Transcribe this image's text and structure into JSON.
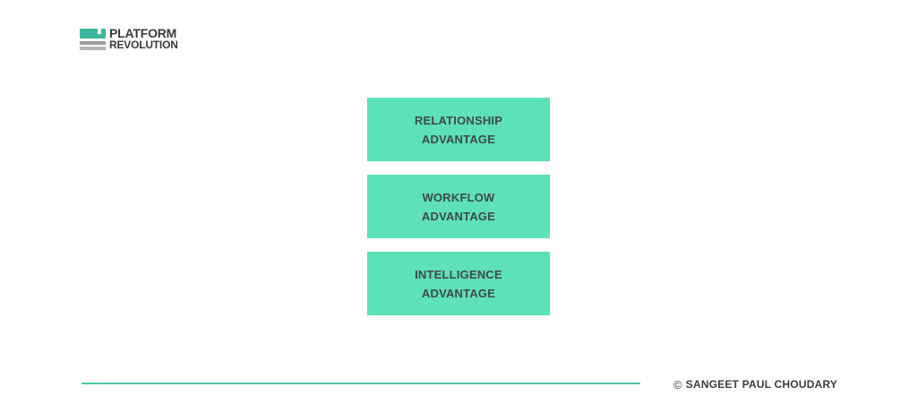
{
  "logo": {
    "line1": "PLATFORM",
    "line2": "REVOLUTION",
    "colors": {
      "mark_teal": "#3fb59d",
      "mark_gray": "#9c9c9c",
      "text": "#3a3a3a"
    }
  },
  "diagram": {
    "box_color": "#5ee0b8",
    "text_color": "#3c4a48",
    "boxes": [
      {
        "line1": "RELATIONSHIP",
        "line2": "ADVANTAGE"
      },
      {
        "line1": "WORKFLOW",
        "line2": "ADVANTAGE"
      },
      {
        "line1": "INTELLIGENCE",
        "line2": "ADVANTAGE"
      }
    ]
  },
  "footer": {
    "line_color": "#4cc6a8",
    "copyright_icon": "©",
    "copyright_text": "SANGEET PAUL CHOUDARY"
  }
}
